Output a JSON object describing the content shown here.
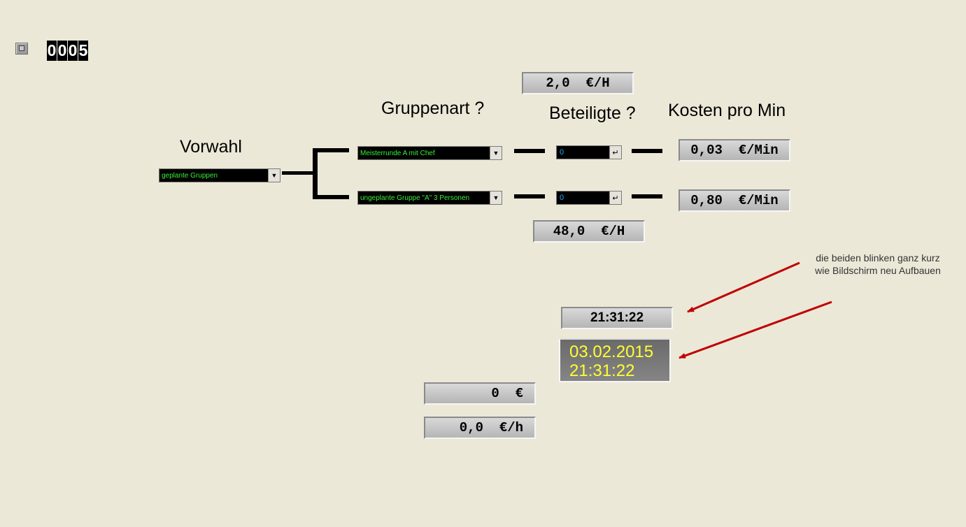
{
  "toolbar": {
    "counter_digits": [
      "0",
      "0",
      "0",
      "5"
    ]
  },
  "headings": {
    "vorwahl": "Vorwahl",
    "gruppenart": "Gruppenart ?",
    "beteiligte": "Beteiligte ?",
    "kosten": "Kosten pro Min"
  },
  "vorwahl_select": {
    "value": "geplante Gruppen"
  },
  "rows": [
    {
      "group": "Meisterrunde A mit Chef",
      "participants": "0",
      "cost_per_min": "0,03  €/Min"
    },
    {
      "group": "ungeplante Gruppe \"A\" 3 Personen",
      "participants": "0",
      "cost_per_min": "0,80  €/Min"
    }
  ],
  "rates": {
    "top": "2,0  €/H",
    "bottom": "48,0  €/H"
  },
  "clock": {
    "time": "21:31:22",
    "date": "03.02.2015",
    "date_time": "21:31:22"
  },
  "totals": {
    "euro": "0  €",
    "per_hour": "0,0  €/h"
  },
  "note": "die beiden blinken ganz kurz wie Bildschirm neu Aufbauen",
  "colors": {
    "background": "#ece8d8",
    "dropdown_text": "#38f038",
    "input_text": "#26a8ff",
    "date_text": "#ffff33",
    "arrow": "#c00000"
  }
}
